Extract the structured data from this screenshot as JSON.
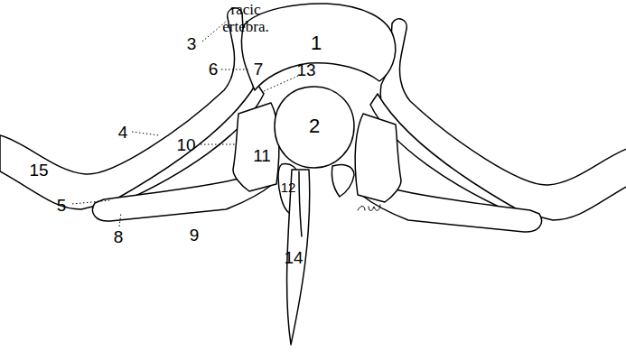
{
  "diagram": {
    "labels": [
      "racic",
      "ertebra.",
      "3",
      "1",
      "6",
      "7",
      "13",
      "2",
      "4",
      "10",
      "11",
      "15",
      "12",
      "5",
      "8",
      "9",
      "14"
    ]
  }
}
